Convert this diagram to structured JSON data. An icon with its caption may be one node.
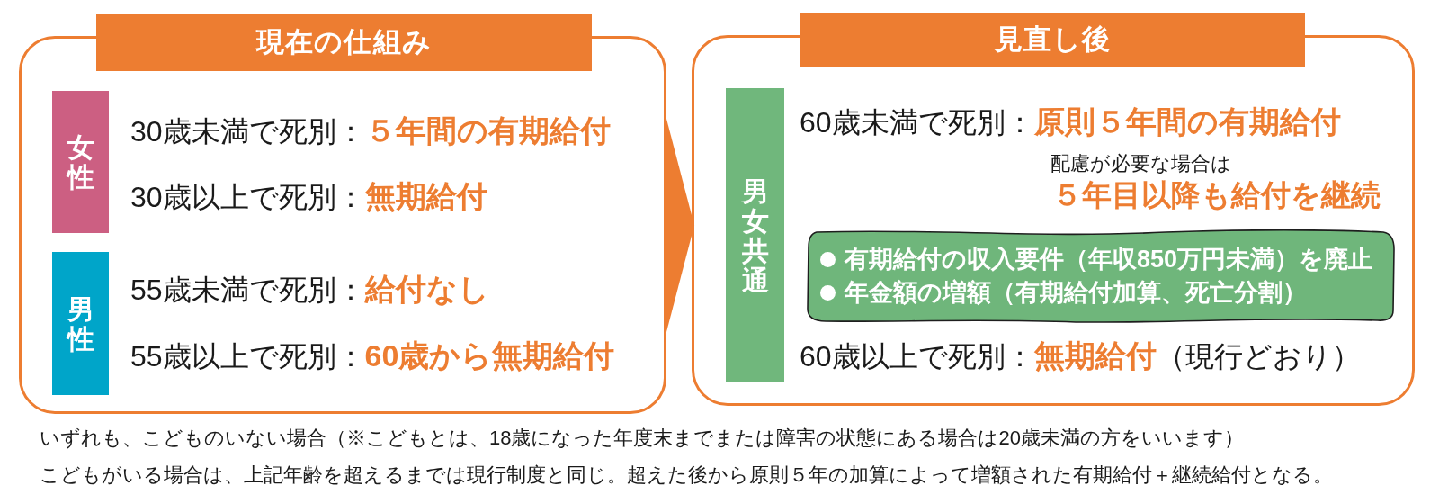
{
  "diagram": {
    "nodes": [
      {
        "text": [
          "現在の仕組み"
        ]
      },
      {
        "text": [
          "女性"
        ],
        "in": 0,
        "beside": [
          "30歳未満で死別：**５年間の有期給付**",
          "30歳以上で死別：**無期給付**"
        ]
      },
      {
        "text": [
          "男性"
        ],
        "in": 0,
        "beside": [
          "55歳未満で死別：**給付なし**",
          "55歳以上で死別：**60歳から無期給付**"
        ]
      },
      {
        "text": [
          "見直し後"
        ]
      },
      {
        "text": [
          "男女共通"
        ],
        "in": 3,
        "beside": [
          "60歳未満で死別：**原則５年間の有期給付**",
          "配慮が必要な場合は",
          "５年目以降も給付を継続",
          "60歳以上で死別：**無期給付**（現行どおり）"
        ]
      },
      {
        "text": [
          "有期給付の収入要件（年収850万円未満）を廃止",
          "年金額の増額（有期給付加算、死亡分割）"
        ],
        "in": 3
      }
    ],
    "edges": [
      {
        "from": 0,
        "to": 3,
        "arrow": "to"
      }
    ],
    "labels": [
      "いずれも、こどものいない場合（※こどもとは、18歳になった年度末までまたは障害の状態にある場合は20歳未満の方をいいます）",
      "こどもがいる場合は、上記年齢を超えるまでは現行制度と同じ。超えた後から原則５年の加算によって増額された有期給付＋継続給付となる。"
    ]
  }
}
